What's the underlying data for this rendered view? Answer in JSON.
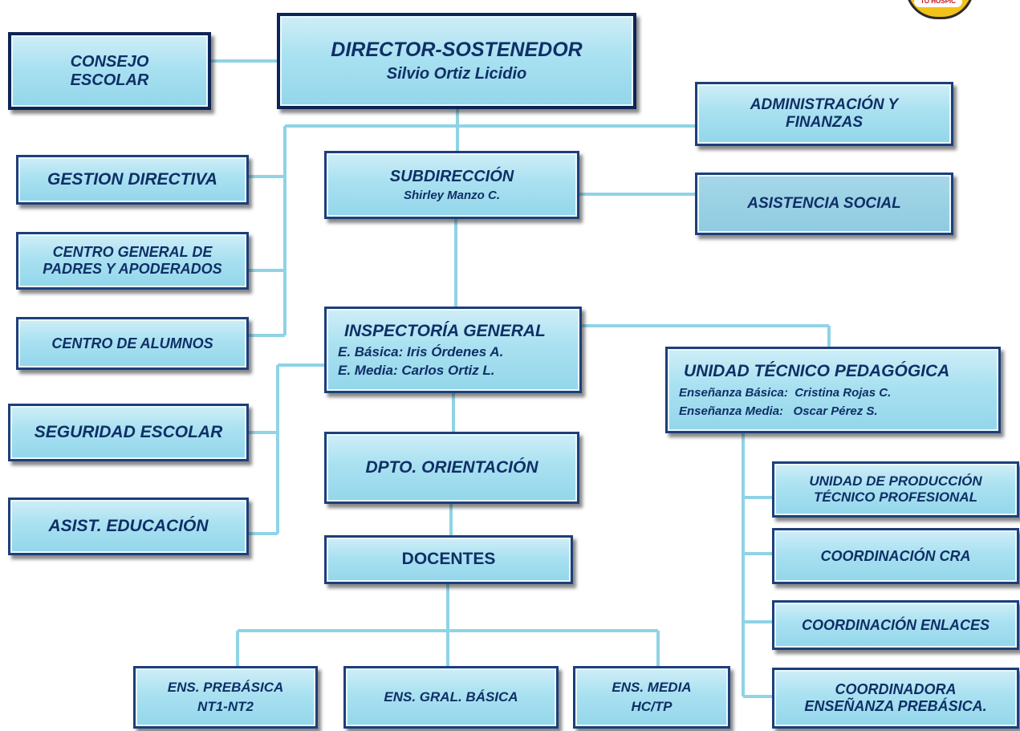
{
  "logo": {
    "text": "TO HOSPIC"
  },
  "director": {
    "title": "DIRECTOR-SOSTENEDOR",
    "name": "Silvio Ortiz Licidio"
  },
  "consejo": {
    "line1": "CONSEJO",
    "line2": "ESCOLAR"
  },
  "administracion": {
    "line1": "ADMINISTRACIÓN Y",
    "line2": "FINANZAS"
  },
  "gestion": {
    "label": "GESTION DIRECTIVA"
  },
  "centro_padres": {
    "line1": "CENTRO GENERAL DE",
    "line2": "PADRES Y APODERADOS"
  },
  "centro_alumnos": {
    "label": "CENTRO DE ALUMNOS"
  },
  "subdireccion": {
    "title": "SUBDIRECCIÓN",
    "name": "Shirley Manzo C."
  },
  "asistencia_social": {
    "label": "ASISTENCIA SOCIAL"
  },
  "inspectoria": {
    "title": "INSPECTORÍA GENERAL",
    "line1": "E. Básica: Iris Órdenes A.",
    "line2": "E. Media: Carlos Ortiz L."
  },
  "utp": {
    "title": "UNIDAD TÉCNICO PEDAGÓGICA",
    "line1": "Enseñanza Básica:  Cristina Rojas C.",
    "line2": "Enseñanza Media:   Oscar Pérez S."
  },
  "seguridad": {
    "label": "SEGURIDAD ESCOLAR"
  },
  "asist_educacion": {
    "label": "ASIST. EDUCACIÓN"
  },
  "orientacion": {
    "label": "DPTO. ORIENTACIÓN"
  },
  "docentes": {
    "label": "DOCENTES"
  },
  "prebasica": {
    "line1": "ENS. PREBÁSICA",
    "line2": "NT1-NT2"
  },
  "basica": {
    "label": "ENS. GRAL. BÁSICA"
  },
  "media": {
    "line1": "ENS. MEDIA",
    "line2": "HC/TP"
  },
  "produccion": {
    "line1": "UNIDAD DE PRODUCCIÓN",
    "line2": "TÉCNICO PROFESIONAL"
  },
  "cra": {
    "label": "COORDINACIÓN CRA"
  },
  "enlaces": {
    "label": "COORDINACIÓN ENLACES"
  },
  "coord_prebasica": {
    "line1": "COORDINADORA",
    "line2": "ENSEÑANZA PREBÁSICA."
  },
  "colors": {
    "line": "#8fd3e6",
    "border": "#1d3f7a",
    "text": "#0f2f66",
    "fill": "#a9e1f1"
  }
}
